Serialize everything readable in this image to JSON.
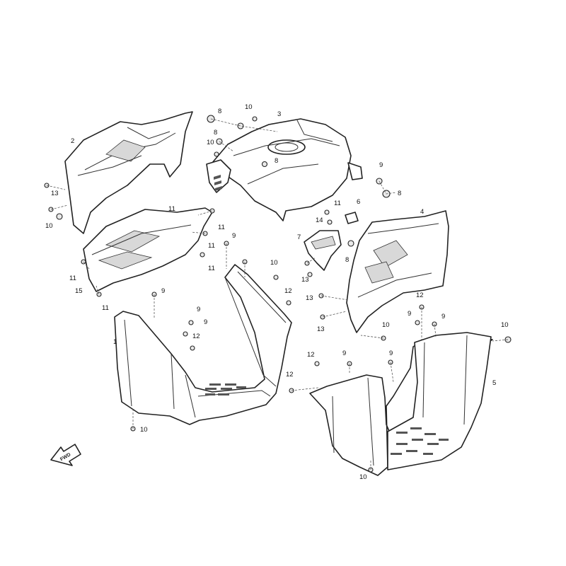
{
  "callouts": [
    {
      "id": "c1",
      "label": "1"
    },
    {
      "id": "c2",
      "label": "2"
    },
    {
      "id": "c3",
      "label": "3"
    },
    {
      "id": "c4",
      "label": "4"
    },
    {
      "id": "c5",
      "label": "5"
    },
    {
      "id": "c6",
      "label": "6"
    },
    {
      "id": "c7",
      "label": "7"
    },
    {
      "id": "c8a",
      "label": "8"
    },
    {
      "id": "c8b",
      "label": "8"
    },
    {
      "id": "c8c",
      "label": "8"
    },
    {
      "id": "c8d",
      "label": "8"
    },
    {
      "id": "c8e",
      "label": "8"
    },
    {
      "id": "c9a",
      "label": "9"
    },
    {
      "id": "c9b",
      "label": "9"
    },
    {
      "id": "c9c",
      "label": "9"
    },
    {
      "id": "c9d",
      "label": "9"
    },
    {
      "id": "c9e",
      "label": "9"
    },
    {
      "id": "c9f",
      "label": "9"
    },
    {
      "id": "c9g",
      "label": "9"
    },
    {
      "id": "c9h",
      "label": "9"
    },
    {
      "id": "c9i",
      "label": "9"
    },
    {
      "id": "c10a",
      "label": "10"
    },
    {
      "id": "c10b",
      "label": "10"
    },
    {
      "id": "c10c",
      "label": "10"
    },
    {
      "id": "c10d",
      "label": "10"
    },
    {
      "id": "c10e",
      "label": "10"
    },
    {
      "id": "c10f",
      "label": "10"
    },
    {
      "id": "c10g",
      "label": "10"
    },
    {
      "id": "c10h",
      "label": "10"
    },
    {
      "id": "c11a",
      "label": "11"
    },
    {
      "id": "c11b",
      "label": "11"
    },
    {
      "id": "c11c",
      "label": "11"
    },
    {
      "id": "c11d",
      "label": "11"
    },
    {
      "id": "c11e",
      "label": "11"
    },
    {
      "id": "c11f",
      "label": "11"
    },
    {
      "id": "c11g",
      "label": "11"
    },
    {
      "id": "c12a",
      "label": "12"
    },
    {
      "id": "c12b",
      "label": "12"
    },
    {
      "id": "c12c",
      "label": "12"
    },
    {
      "id": "c12d",
      "label": "12"
    },
    {
      "id": "c12e",
      "label": "12"
    },
    {
      "id": "c13a",
      "label": "13"
    },
    {
      "id": "c13b",
      "label": "13"
    },
    {
      "id": "c13c",
      "label": "13"
    },
    {
      "id": "c13d",
      "label": "13"
    },
    {
      "id": "c14",
      "label": "14"
    },
    {
      "id": "c15",
      "label": "15"
    }
  ],
  "fwd_label": "FWD",
  "colors": {
    "line": "#222222",
    "background": "#ffffff"
  }
}
